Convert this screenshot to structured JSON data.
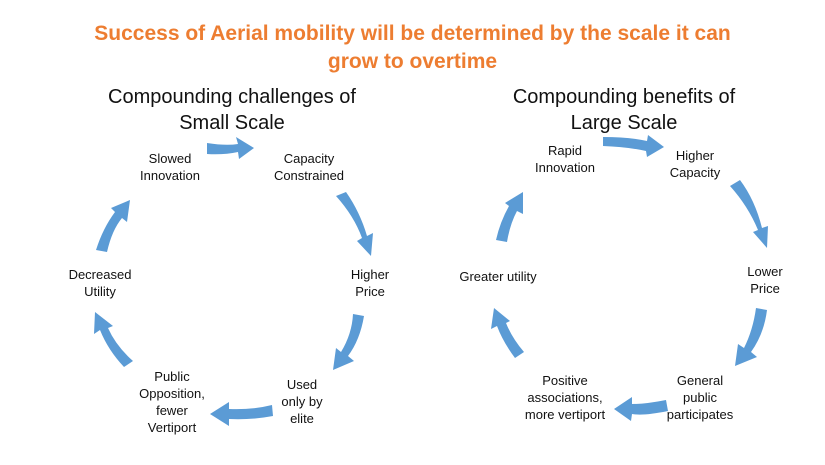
{
  "title": {
    "line1": "Success of Aerial mobility will be determined by the scale it can",
    "line2": "grow to overtime"
  },
  "colors": {
    "title": "#ed7d31",
    "arrow": "#5b9bd5",
    "text": "#111111"
  },
  "left_cycle": {
    "title_line1": "Compounding  challenges of",
    "title_line2": "Small Scale",
    "nodes": [
      "Slowed\nInnovation",
      "Capacity\nConstrained",
      "Higher\nPrice",
      "Used\nonly by\nelite",
      "Public\nOpposition,\nfewer\nVertiport",
      "Decreased\nUtility"
    ]
  },
  "right_cycle": {
    "title_line1": "Compounding benefits of",
    "title_line2": "Large Scale",
    "nodes": [
      "Rapid\nInnovation",
      "Higher\nCapacity",
      "Lower\nPrice",
      "General\npublic\nparticipates",
      "Positive\nassociations,\nmore vertiport",
      "Greater utility"
    ]
  }
}
